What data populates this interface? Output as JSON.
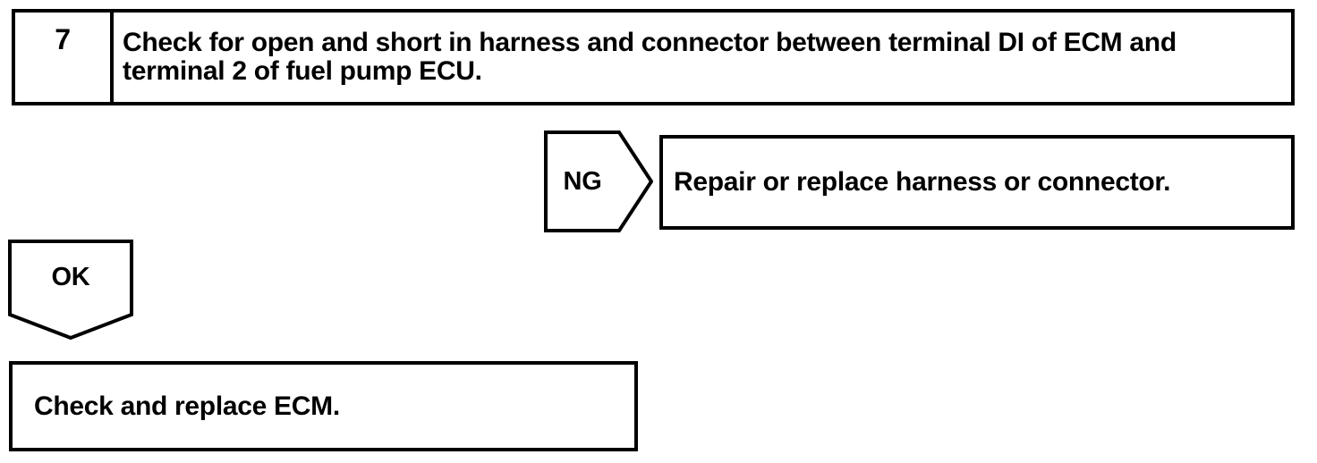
{
  "colors": {
    "ink": "#000000",
    "paper": "#ffffff"
  },
  "step": {
    "number": "7",
    "instruction": "Check for open and short in harness and connector between terminal DI of ECM and terminal 2 of fuel pump ECU."
  },
  "ng_branch": {
    "label": "NG",
    "action": "Repair or replace harness or connector."
  },
  "ok_branch": {
    "label": "OK",
    "action": "Check and replace ECM."
  }
}
